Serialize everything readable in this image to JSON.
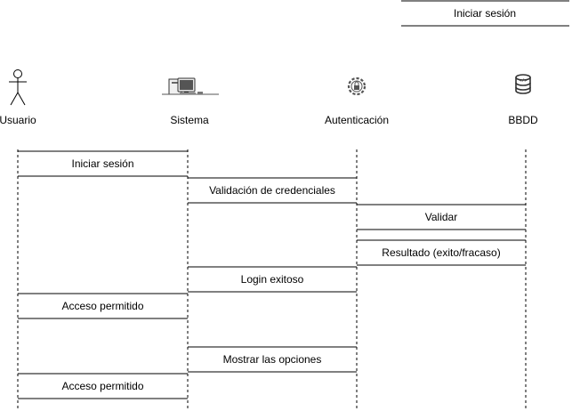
{
  "title": "Iniciar sesión",
  "participants": [
    {
      "label": "Usuario",
      "icon": "person-icon"
    },
    {
      "label": "Sistema",
      "icon": "computer-icon"
    },
    {
      "label": "Autenticación",
      "icon": "gear-lock-icon"
    },
    {
      "label": "BBDD",
      "icon": "database-icon"
    }
  ],
  "messages": [
    {
      "label": "Iniciar sesión",
      "from": 0,
      "to": 1
    },
    {
      "label": "Validación de credenciales",
      "from": 1,
      "to": 2
    },
    {
      "label": "Validar",
      "from": 2,
      "to": 3
    },
    {
      "label": "Resultado (exito/fracaso)",
      "from": 3,
      "to": 2
    },
    {
      "label": "Login exitoso",
      "from": 2,
      "to": 1
    },
    {
      "label": "Acceso permitido",
      "from": 1,
      "to": 0
    },
    {
      "label": "Mostrar las opciones",
      "from": 1,
      "to": 2
    },
    {
      "label": "Acceso permitido",
      "from": 1,
      "to": 0
    }
  ]
}
